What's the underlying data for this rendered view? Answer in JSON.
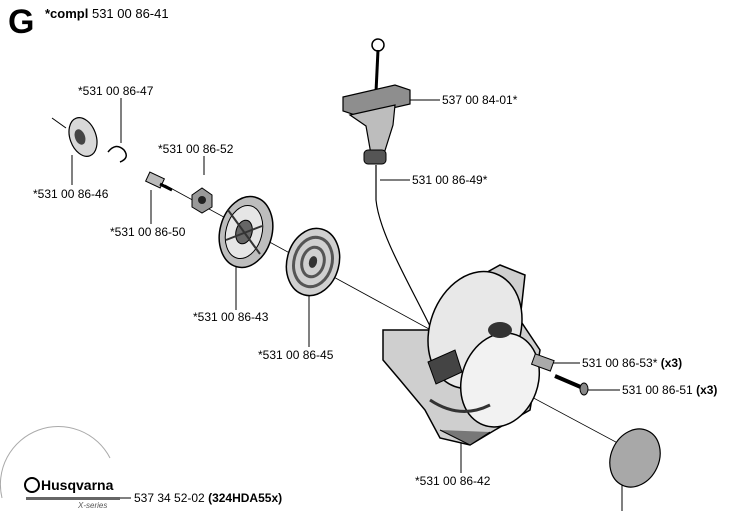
{
  "section_letter": "G",
  "header": {
    "prefix": "*compl",
    "part": "531 00 86-41"
  },
  "logo": {
    "brand": "Husqvarna",
    "sub": "X-series"
  },
  "labels": [
    {
      "id": "l1",
      "text": "*531 00 86-47",
      "suffix": ""
    },
    {
      "id": "l2",
      "text": "*531 00 86-46",
      "suffix": ""
    },
    {
      "id": "l3",
      "text": "*531 00 86-52",
      "suffix": ""
    },
    {
      "id": "l4",
      "text": "*531 00 86-50",
      "suffix": ""
    },
    {
      "id": "l5",
      "text": "*531 00 86-43",
      "suffix": ""
    },
    {
      "id": "l6",
      "text": "*531 00 86-45",
      "suffix": ""
    },
    {
      "id": "l7",
      "text": "537 00 84-01*",
      "suffix": ""
    },
    {
      "id": "l8",
      "text": "531 00 86-49*",
      "suffix": ""
    },
    {
      "id": "l9",
      "text": "531 00 86-53*",
      "suffix": "(x3)"
    },
    {
      "id": "l10",
      "text": "531 00 86-51",
      "suffix": "(x3)"
    },
    {
      "id": "l11",
      "text": "*531 00 86-42",
      "suffix": ""
    },
    {
      "id": "l12",
      "text": "537 34 52-02",
      "suffix": "(324HDA55x)"
    }
  ],
  "colors": {
    "ink": "#000000",
    "shade": "#444444",
    "grey": "#9a9a9a",
    "light": "#d8d8d8"
  }
}
